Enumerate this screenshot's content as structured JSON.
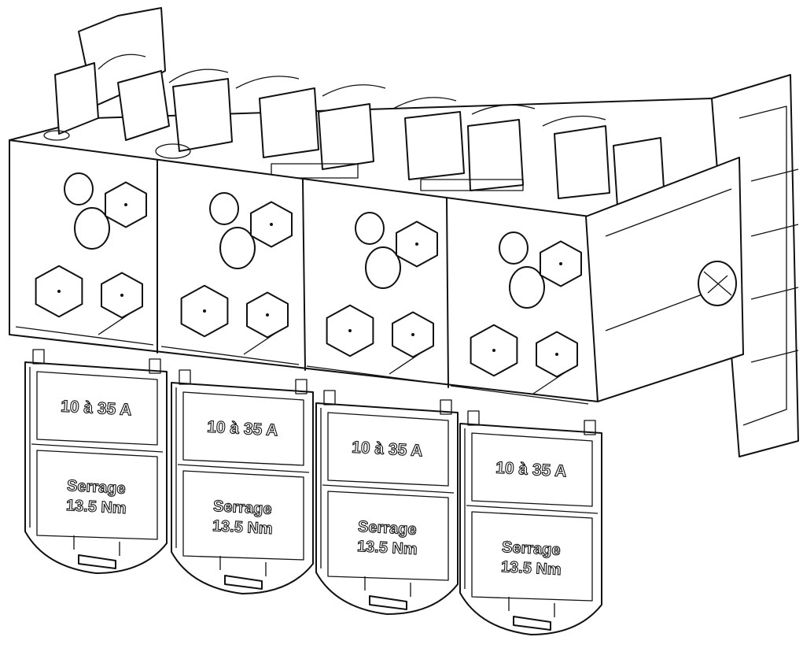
{
  "modules": [
    {
      "rating_label": "10 à 35 A",
      "torque_label_line1": "Serrage",
      "torque_label_line2": "13.5 Nm"
    },
    {
      "rating_label": "10 à 35 A",
      "torque_label_line1": "Serrage",
      "torque_label_line2": "13.5 Nm"
    },
    {
      "rating_label": "10 à 35 A",
      "torque_label_line1": "Serrage",
      "torque_label_line2": "13.5 Nm"
    },
    {
      "rating_label": "10 à 35 A",
      "torque_label_line1": "Serrage",
      "torque_label_line2": "13.5 Nm"
    }
  ],
  "colors": {
    "line": "#111111",
    "background": "#ffffff"
  }
}
